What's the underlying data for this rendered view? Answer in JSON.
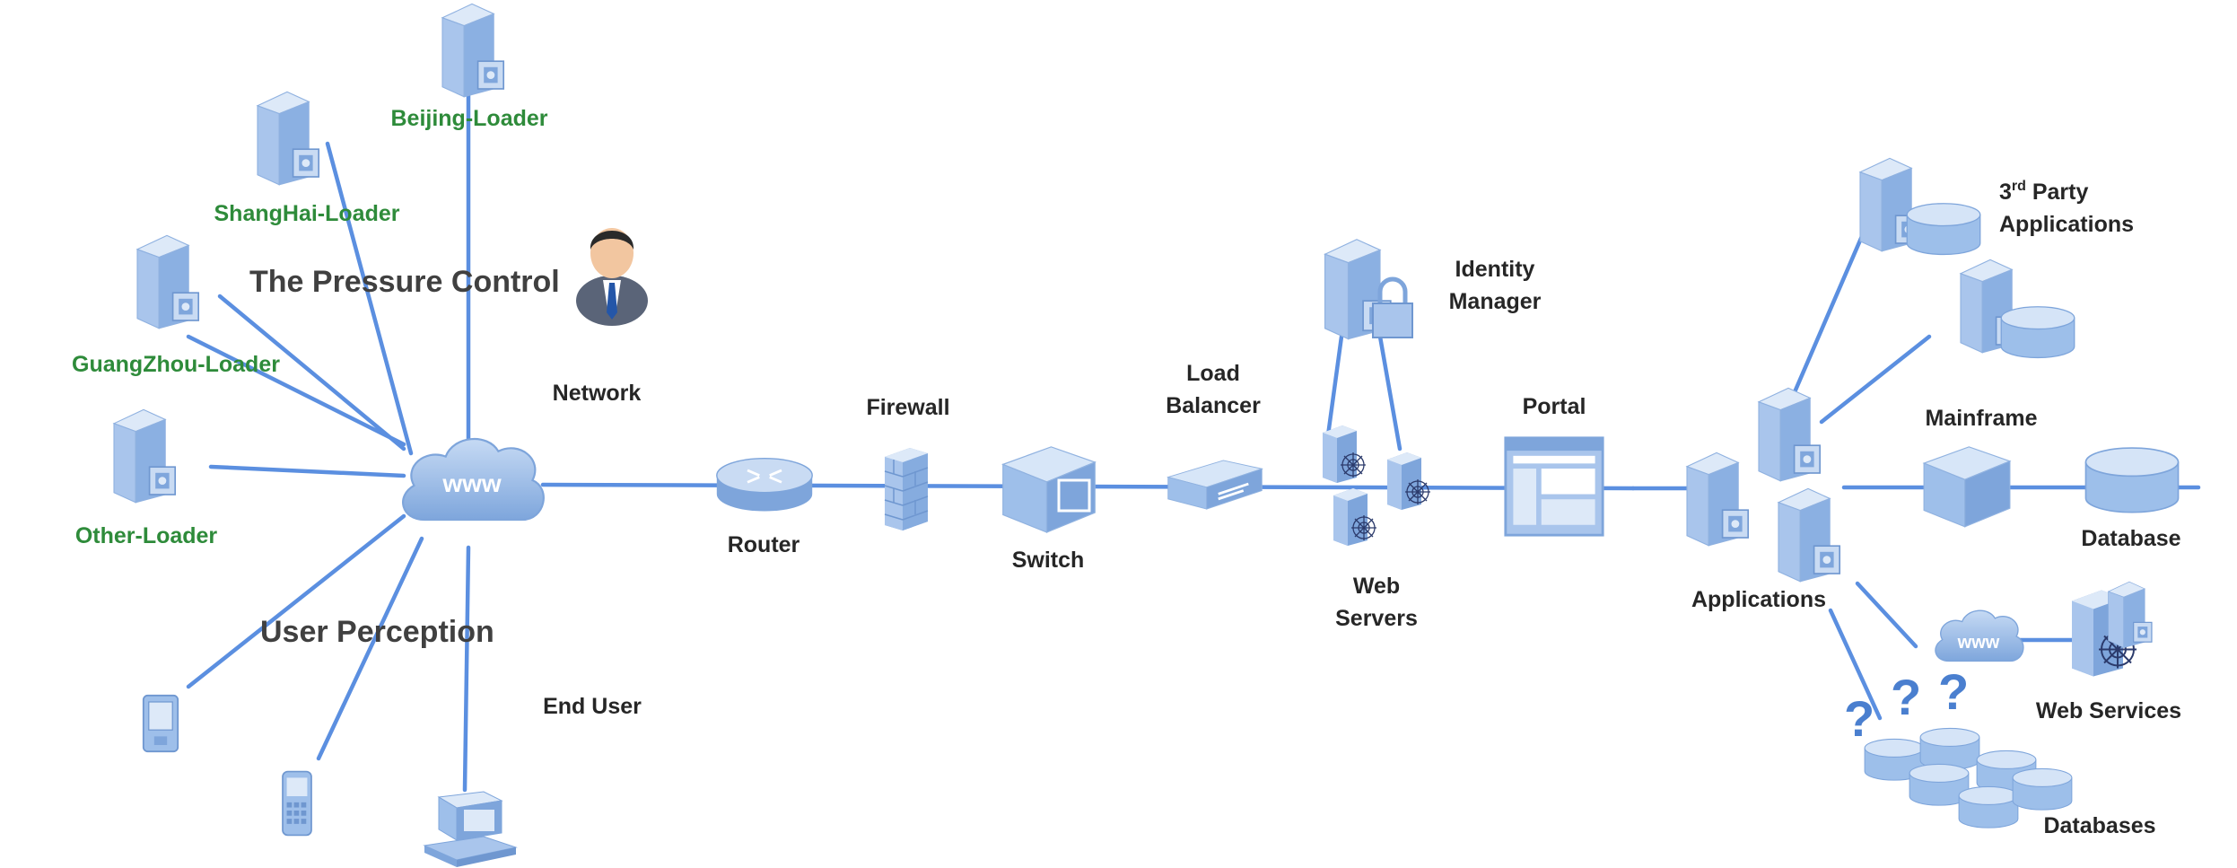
{
  "hub": {
    "label": "Network",
    "cloud_text": "www"
  },
  "loaders": [
    {
      "label": "Beijing-Loader"
    },
    {
      "label": "ShangHai-Loader"
    },
    {
      "label": "GuangZhou-Loader"
    },
    {
      "label": "Other-Loader"
    }
  ],
  "pressure_control": {
    "label": "The Pressure Control"
  },
  "user_perception": {
    "label": "User Perception"
  },
  "end_user": {
    "label": "End User"
  },
  "chain": {
    "router": "Router",
    "firewall": "Firewall",
    "switch": "Switch",
    "load_balancer": [
      "Load",
      "Balancer"
    ],
    "identity_manager": [
      "Identity",
      "Manager"
    ],
    "web_servers": [
      "Web",
      "Servers"
    ],
    "portal": "Portal",
    "applications": "Applications"
  },
  "backend": {
    "third_party": [
      "3",
      "rd",
      " Party",
      "Applications"
    ],
    "mainframe": "Mainframe",
    "database": "Database",
    "web_services": "Web Services",
    "web_services_cloud_text": "www",
    "databases": "Databases",
    "question_mark": "?"
  },
  "colors": {
    "line": "#5b8fe0",
    "device_light": "#b8d0ef",
    "device_mid": "#8fb2e2",
    "device_dark": "#5a86c6",
    "loader_text": "#2e8b3a"
  }
}
